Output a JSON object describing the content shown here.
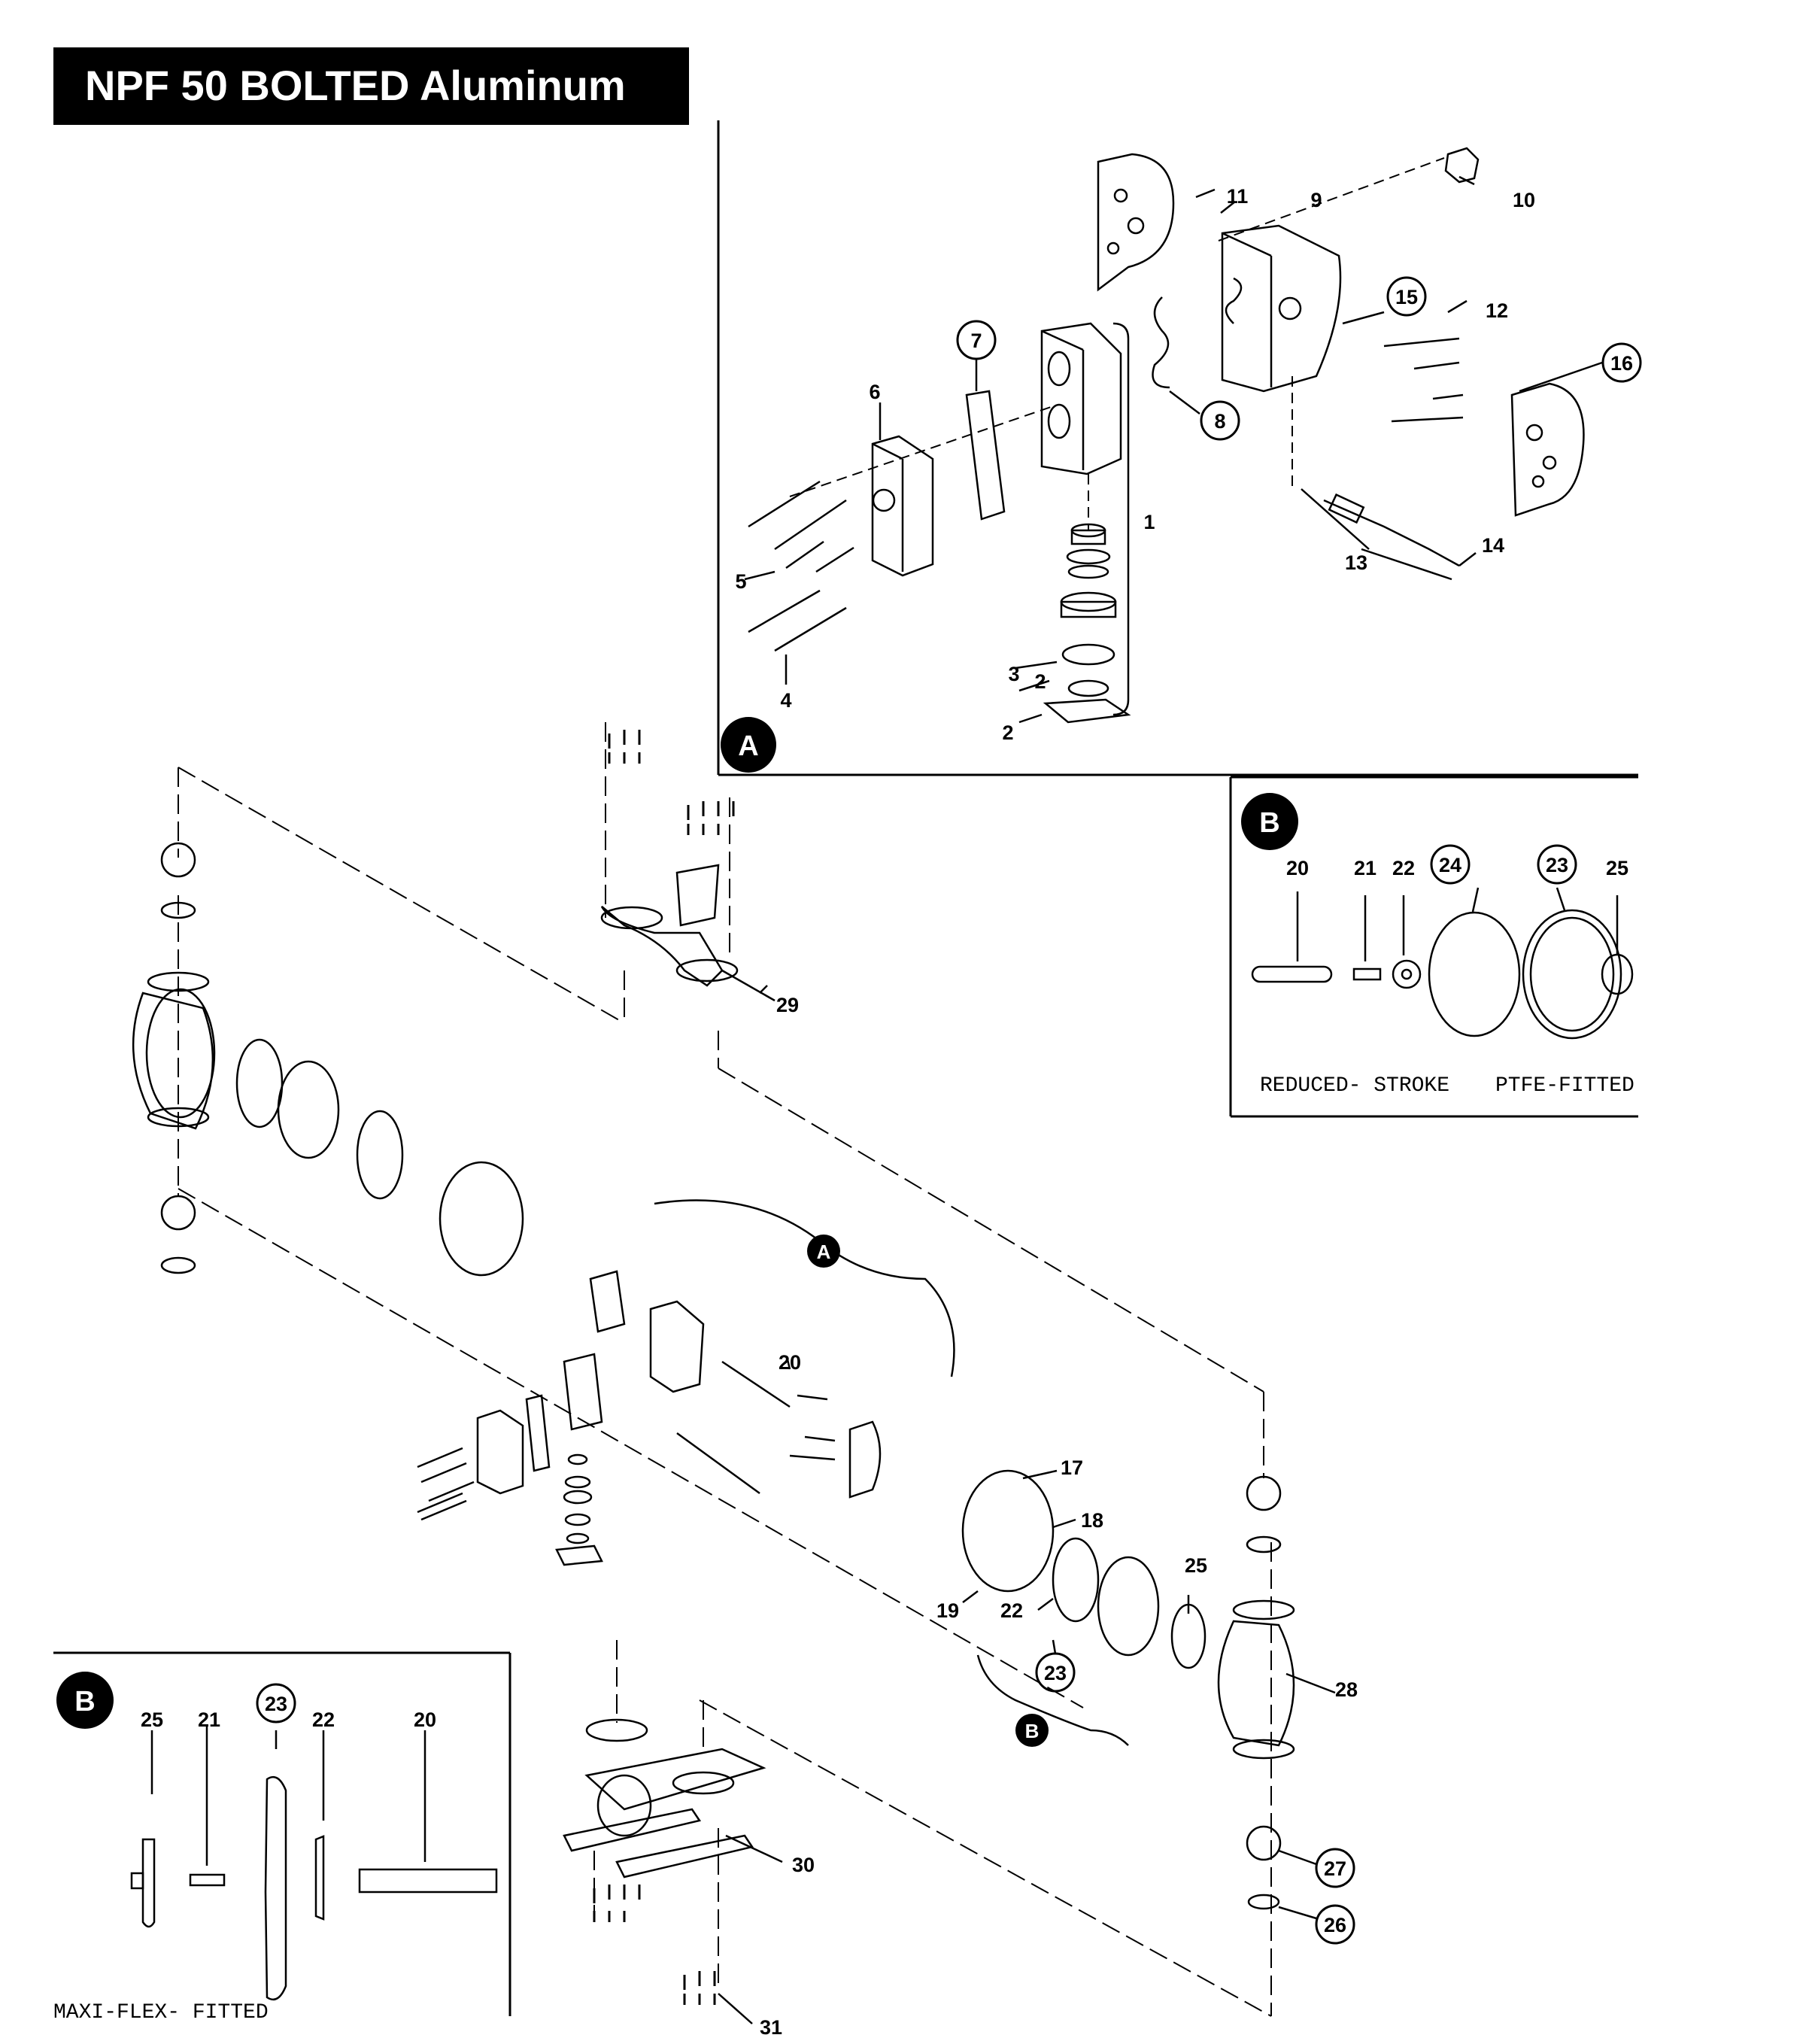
{
  "title": "NPF 50 BOLTED Aluminum",
  "callouts": {
    "c1": "1",
    "c2a": "2",
    "c2b": "2",
    "c3": "3",
    "c4": "4",
    "c5": "5",
    "c6": "6",
    "c7": "7",
    "c8": "8",
    "c9": "9",
    "c10": "10",
    "c11": "11",
    "c12": "12",
    "c13": "13",
    "c14": "14",
    "c15": "15",
    "c16": "16",
    "c17": "17",
    "c18": "18",
    "c19": "19",
    "c20_main": "20",
    "c22_main": "22",
    "c23_main": "23",
    "c25_main": "25",
    "c26": "26",
    "c27": "27",
    "c28": "28",
    "c29": "29",
    "c30": "30",
    "c31": "31"
  },
  "detail_badges": {
    "a_inset": "A",
    "a_main": "A",
    "b_right_inset": "B",
    "b_main": "B",
    "b_left_inset": "B"
  },
  "inset_b_right": {
    "labels": {
      "l20": "20",
      "l21": "21",
      "l22": "22",
      "l24": "24",
      "l23": "23",
      "l25": "25"
    },
    "caption_left": "REDUCED- STROKE",
    "caption_right": "PTFE-FITTED"
  },
  "inset_b_left": {
    "labels": {
      "l25": "25",
      "l21": "21",
      "l23": "23",
      "l22": "22",
      "l20": "20"
    },
    "caption": "MAXI-FLEX- FITTED"
  }
}
